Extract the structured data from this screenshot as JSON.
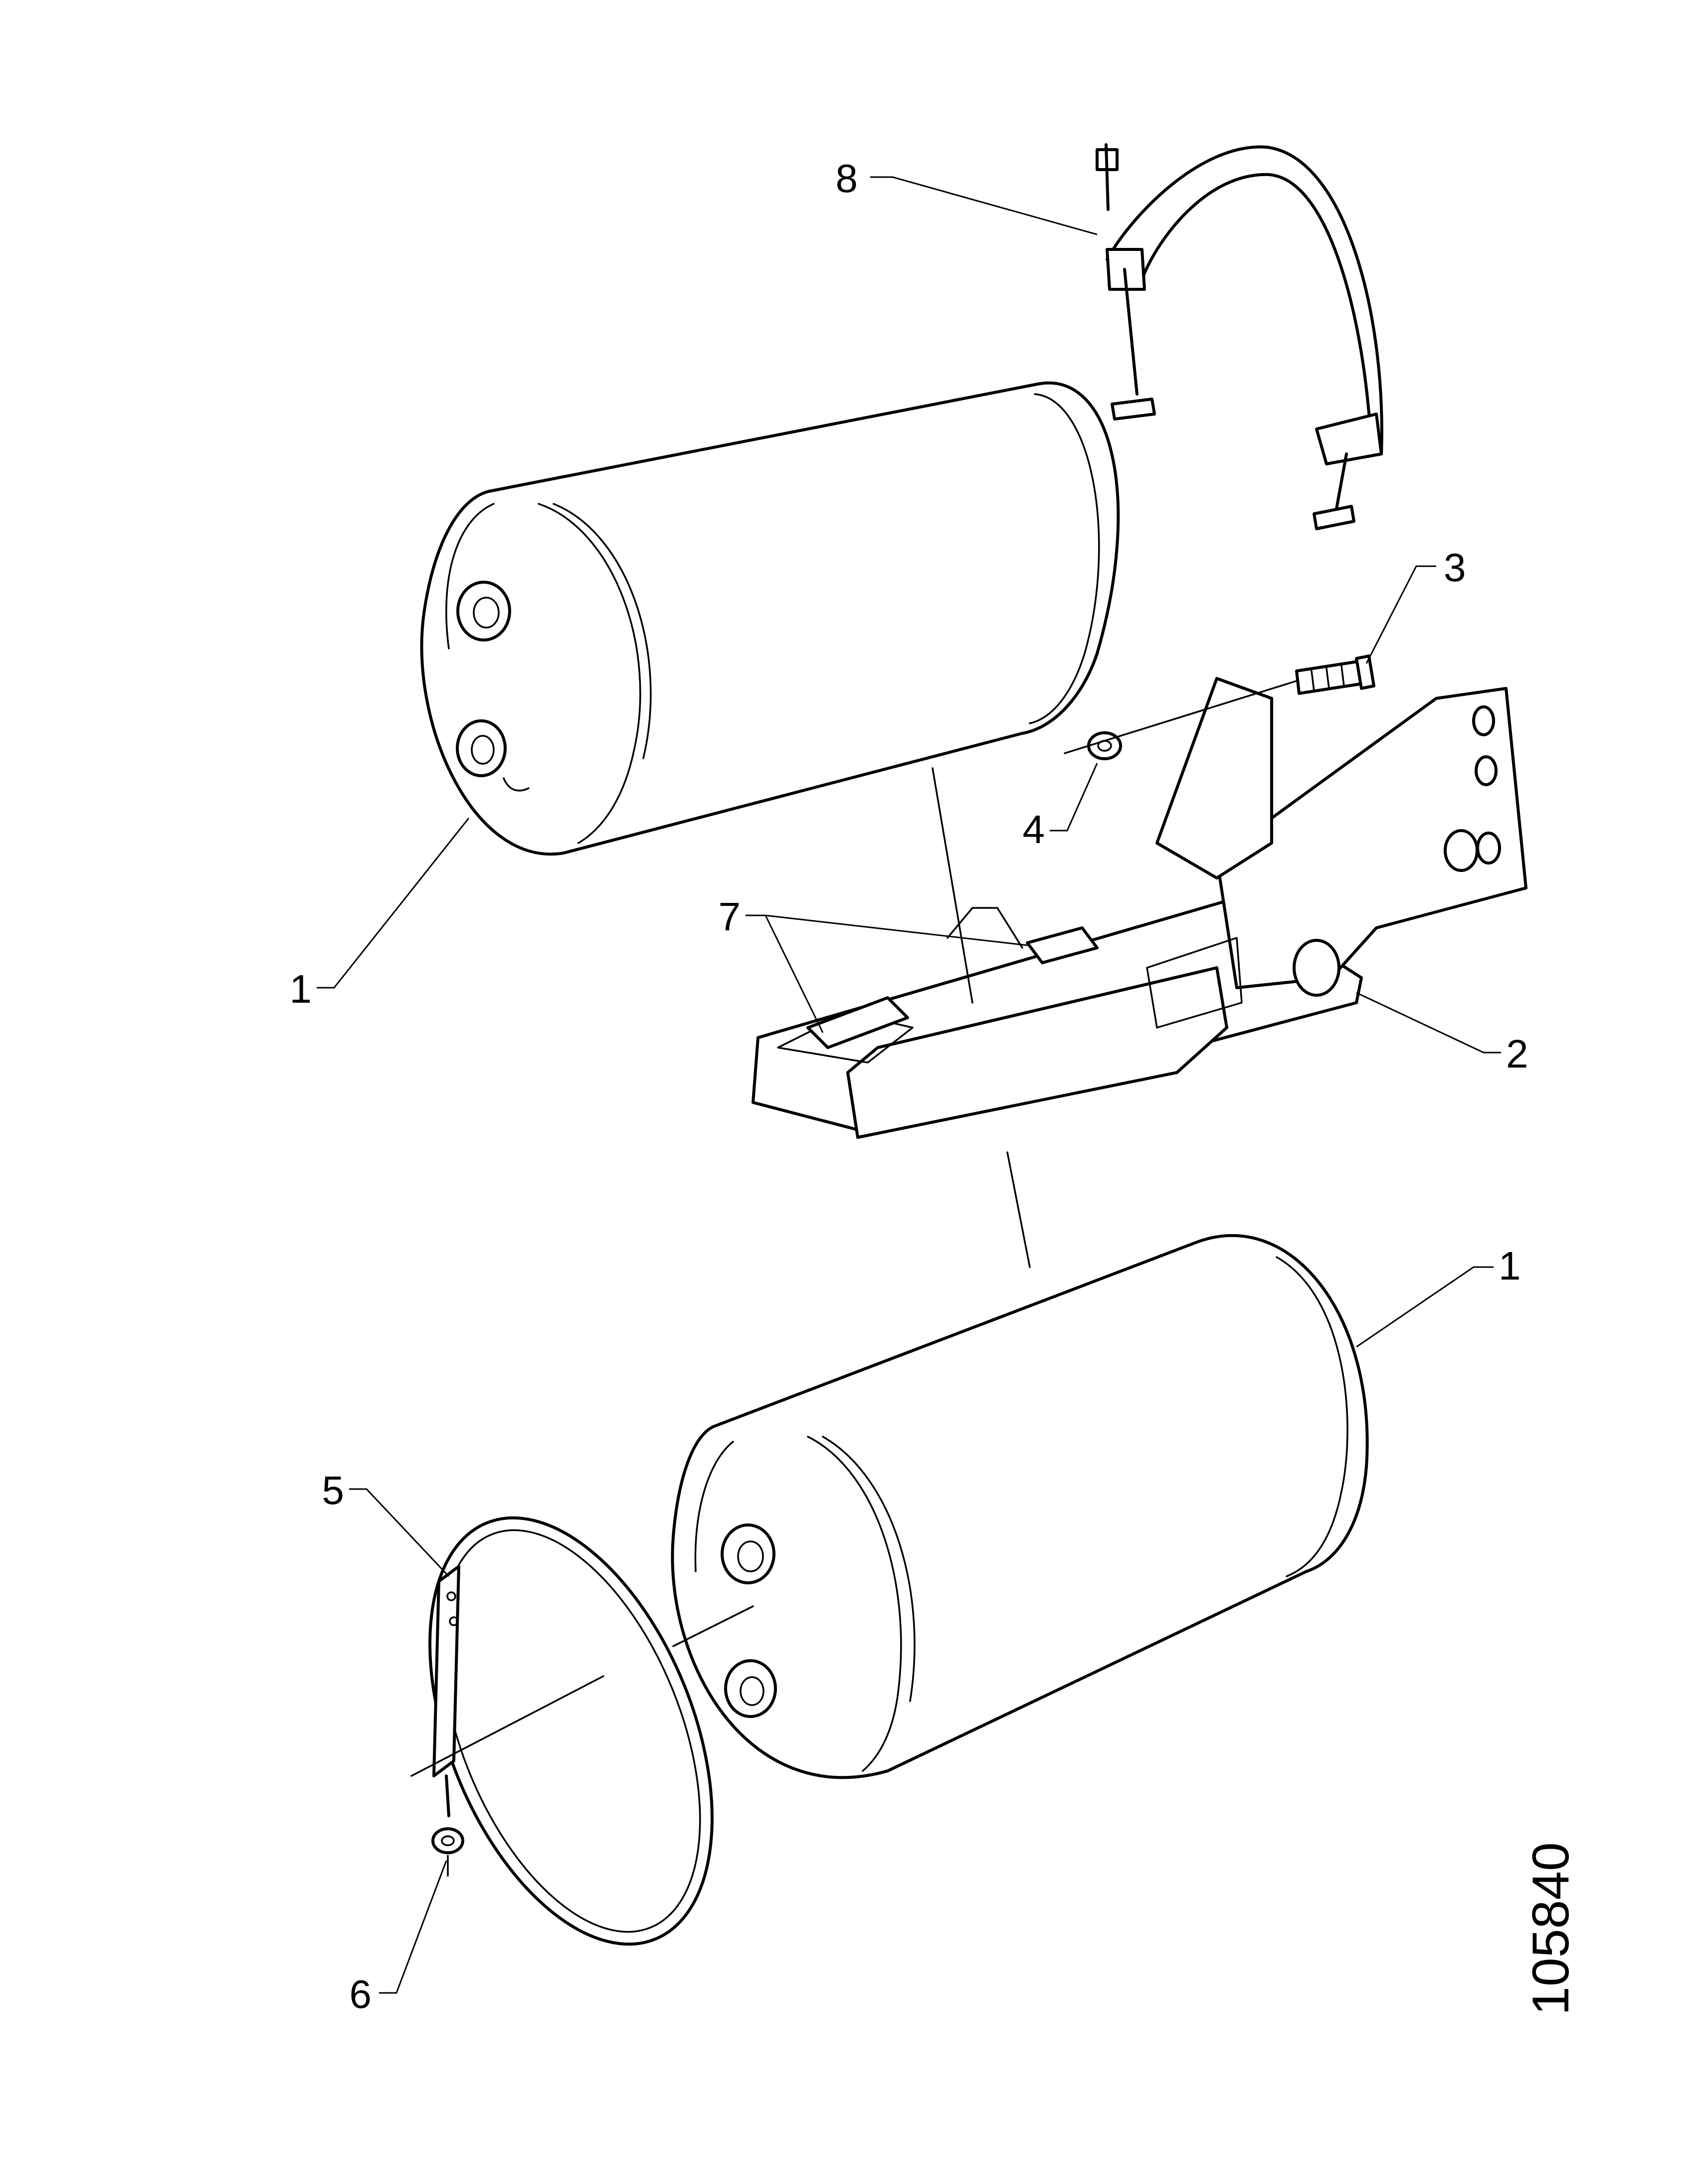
{
  "callouts": {
    "c1_top": "1",
    "c1_bottom": "1",
    "c2": "2",
    "c3": "3",
    "c4": "4",
    "c5": "5",
    "c6": "6",
    "c7": "7",
    "c8": "8"
  },
  "figure_number": "105840",
  "parts": {
    "tank_upper": "air-tank",
    "tank_lower": "air-tank",
    "bracket": "tank-bracket",
    "bolt": "bolt",
    "nut_bracket": "nut",
    "strap_lower": "tension-strap",
    "nut_strap": "nut",
    "rubber_pads": "rubber-pad",
    "strap_upper": "tension-strap"
  }
}
